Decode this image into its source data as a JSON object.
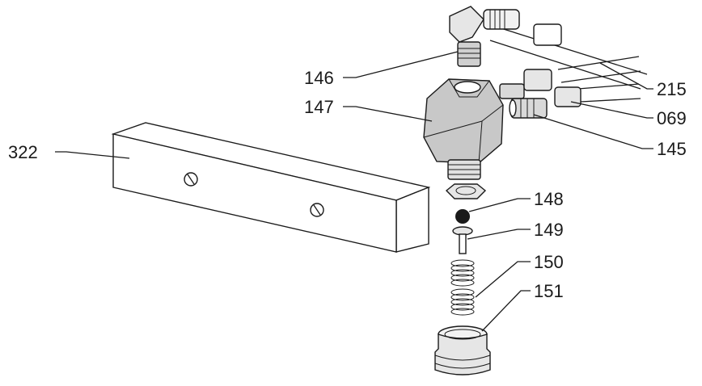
{
  "parts": {
    "p146": {
      "label": "146"
    },
    "p147": {
      "label": "147"
    },
    "p215": {
      "label": "215"
    },
    "p069": {
      "label": "069"
    },
    "p145": {
      "label": "145"
    },
    "p322": {
      "label": "322"
    },
    "p148": {
      "label": "148"
    },
    "p149": {
      "label": "149"
    },
    "p150": {
      "label": "150"
    },
    "p151": {
      "label": "151"
    }
  },
  "colors": {
    "block_fill": "#ffffff",
    "tee_fill": "#c8c8c8",
    "fitting_fill": "#d9d9d9",
    "nozzle_fill": "#e6e6e6",
    "ink": "#1a1a1a"
  }
}
